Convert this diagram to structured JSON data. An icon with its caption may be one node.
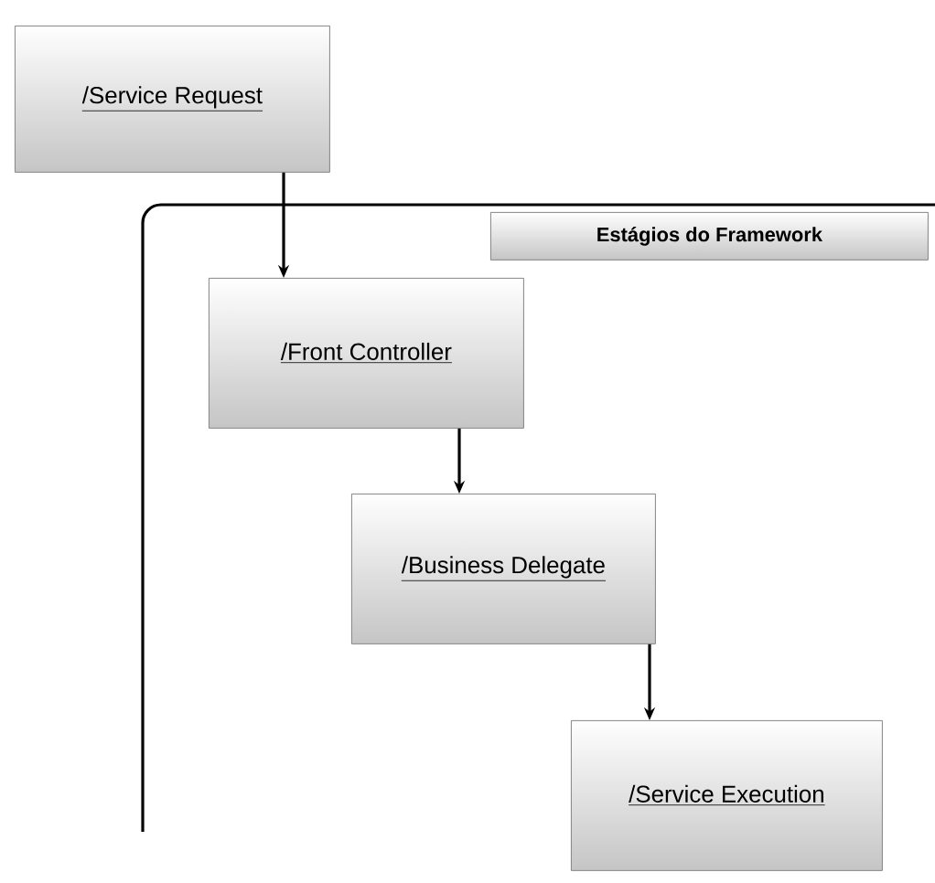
{
  "diagram": {
    "nodes": [
      {
        "text": [
          "/Service Request"
        ]
      },
      {
        "text": [
          "Estágios do Framework"
        ]
      },
      {
        "text": [
          "/Front Controller"
        ],
        "in": 1
      },
      {
        "text": [
          "/Business Delegate"
        ],
        "in": 1
      },
      {
        "text": [
          "/Service Execution"
        ]
      }
    ],
    "edges": [
      {
        "from": 0,
        "to": 2,
        "arrow": "to"
      },
      {
        "from": 2,
        "to": 3,
        "arrow": "to"
      },
      {
        "from": 3,
        "to": 4,
        "arrow": "to"
      }
    ]
  }
}
